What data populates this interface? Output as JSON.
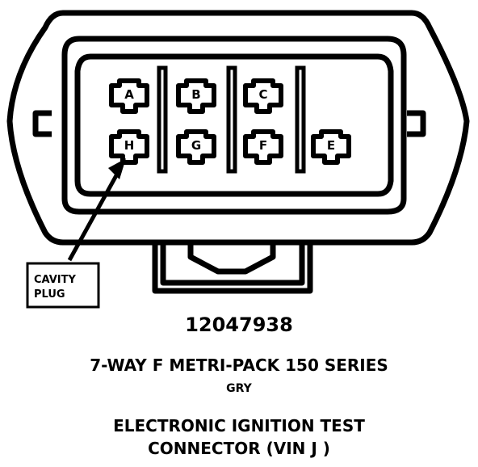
{
  "diagram": {
    "cavities": [
      {
        "id": "A",
        "label": "A"
      },
      {
        "id": "B",
        "label": "B"
      },
      {
        "id": "C",
        "label": "C"
      },
      {
        "id": "H",
        "label": "H"
      },
      {
        "id": "G",
        "label": "G"
      },
      {
        "id": "F",
        "label": "F"
      },
      {
        "id": "E",
        "label": "E"
      }
    ],
    "callout": {
      "line1": "CAVITY",
      "line2": "PLUG"
    },
    "part_number": "12047938",
    "series": "7-WAY F METRI-PACK 150 SERIES",
    "color": "GRY",
    "title_line1": "ELECTRONIC IGNITION TEST",
    "title_line2": "CONNECTOR  (VIN J )"
  }
}
